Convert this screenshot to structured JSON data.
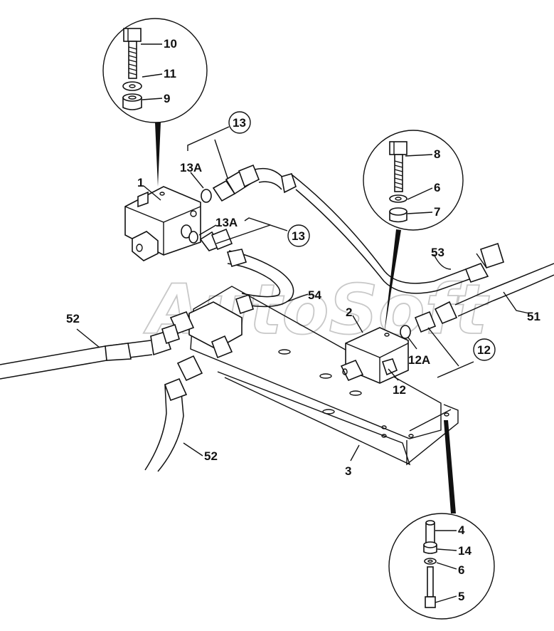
{
  "watermark": "AutoSoft",
  "callouts": {
    "c10": "10",
    "c11": "11",
    "c9": "9",
    "c13a": "13",
    "c13b": "13",
    "c13A_a": "13A",
    "c13A_b": "13A",
    "c1": "1",
    "c8": "8",
    "c6a": "6",
    "c7": "7",
    "c53": "53",
    "c54": "54",
    "c2": "2",
    "c51": "51",
    "c52a": "52",
    "c52b": "52",
    "c12a": "12",
    "c12b": "12",
    "c12A": "12A",
    "c3": "3",
    "c4": "4",
    "c14": "14",
    "c6b": "6",
    "c5": "5"
  }
}
